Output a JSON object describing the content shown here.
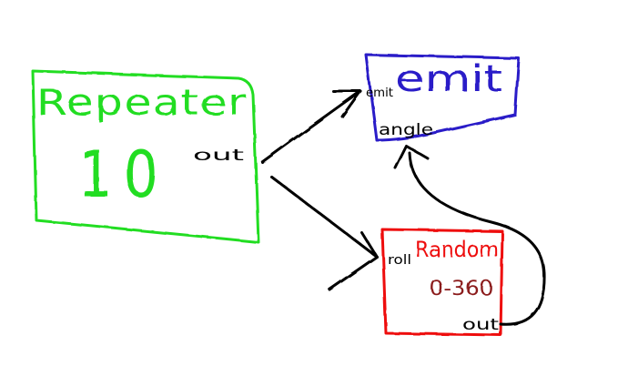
{
  "colors": {
    "repeater": "#22dd22",
    "emit": "#2a1fc8",
    "random": "#ee1111",
    "random_range": "#8b1a1a",
    "wire": "#000000"
  },
  "repeater": {
    "title": "Repeater",
    "value": "10",
    "out_port": "out"
  },
  "emit": {
    "title": "emit",
    "emit_port": "emit",
    "angle_port": "angle"
  },
  "random": {
    "title": "Random",
    "range": "0-360",
    "roll_port": "roll",
    "out_port": "out"
  }
}
